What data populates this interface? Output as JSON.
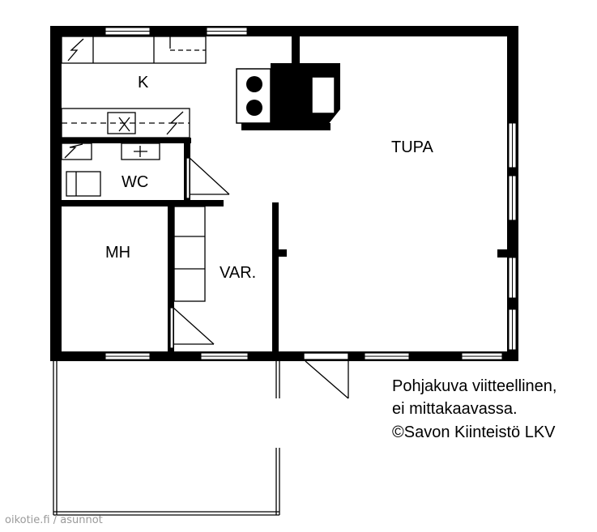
{
  "rooms": {
    "k": "K",
    "tupa": "TUPA",
    "wc": "WC",
    "mh": "MH",
    "var": "VAR."
  },
  "note": {
    "line1": "Pohjakuva viitteellinen,",
    "line2": "ei mittakaavassa.",
    "line3": "©Savon Kiinteistö LKV"
  },
  "watermark": "oikotie.fi / asunnot"
}
